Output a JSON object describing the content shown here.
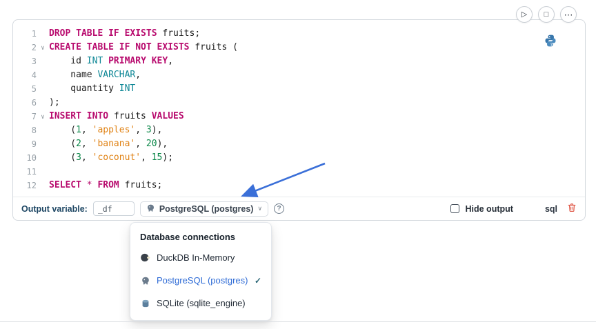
{
  "cell_actions": {
    "run_glyph": "▷",
    "stop_glyph": "□",
    "more_glyph": "⋯"
  },
  "icons": {
    "fold": "∨",
    "chevron_down": "∨"
  },
  "editor": {
    "lines": [
      {
        "n": "1",
        "fold": false,
        "tokens": [
          [
            "kw",
            "DROP TABLE IF EXISTS"
          ],
          [
            "pl",
            " fruits;"
          ]
        ]
      },
      {
        "n": "2",
        "fold": true,
        "tokens": [
          [
            "kw",
            "CREATE TABLE IF NOT EXISTS"
          ],
          [
            "pl",
            " fruits ("
          ]
        ]
      },
      {
        "n": "3",
        "fold": false,
        "tokens": [
          [
            "pl",
            "    id "
          ],
          [
            "ty",
            "INT"
          ],
          [
            "pl",
            " "
          ],
          [
            "kw",
            "PRIMARY KEY"
          ],
          [
            "pl",
            ","
          ]
        ]
      },
      {
        "n": "4",
        "fold": false,
        "tokens": [
          [
            "pl",
            "    name "
          ],
          [
            "ty",
            "VARCHAR"
          ],
          [
            "pl",
            ","
          ]
        ]
      },
      {
        "n": "5",
        "fold": false,
        "tokens": [
          [
            "pl",
            "    quantity "
          ],
          [
            "ty",
            "INT"
          ]
        ]
      },
      {
        "n": "6",
        "fold": false,
        "tokens": [
          [
            "pl",
            ");"
          ]
        ]
      },
      {
        "n": "7",
        "fold": true,
        "tokens": [
          [
            "kw",
            "INSERT INTO"
          ],
          [
            "pl",
            " fruits "
          ],
          [
            "kw",
            "VALUES"
          ]
        ]
      },
      {
        "n": "8",
        "fold": false,
        "tokens": [
          [
            "pl",
            "    ("
          ],
          [
            "num",
            "1"
          ],
          [
            "pl",
            ", "
          ],
          [
            "str",
            "'apples'"
          ],
          [
            "pl",
            ", "
          ],
          [
            "num",
            "3"
          ],
          [
            "pl",
            "),"
          ]
        ]
      },
      {
        "n": "9",
        "fold": false,
        "tokens": [
          [
            "pl",
            "    ("
          ],
          [
            "num",
            "2"
          ],
          [
            "pl",
            ", "
          ],
          [
            "str",
            "'banana'"
          ],
          [
            "pl",
            ", "
          ],
          [
            "num",
            "20"
          ],
          [
            "pl",
            "),"
          ]
        ]
      },
      {
        "n": "10",
        "fold": false,
        "tokens": [
          [
            "pl",
            "    ("
          ],
          [
            "num",
            "3"
          ],
          [
            "pl",
            ", "
          ],
          [
            "str",
            "'coconut'"
          ],
          [
            "pl",
            ", "
          ],
          [
            "num",
            "15"
          ],
          [
            "pl",
            ");"
          ]
        ]
      },
      {
        "n": "11",
        "fold": false,
        "tokens": [
          [
            "pl",
            ""
          ]
        ]
      },
      {
        "n": "12",
        "fold": false,
        "tokens": [
          [
            "kw",
            "SELECT"
          ],
          [
            "pl",
            " "
          ],
          [
            "op",
            "*"
          ],
          [
            "pl",
            " "
          ],
          [
            "kw",
            "FROM"
          ],
          [
            "pl",
            " fruits;"
          ]
        ]
      }
    ]
  },
  "toolbar": {
    "output_variable_label": "Output variable:",
    "output_variable_value": "_df",
    "connection": {
      "label": "PostgreSQL (postgres)",
      "icon": "postgresql-icon"
    },
    "help_icon": "?",
    "hide_output_label": "Hide output",
    "language_label": "sql"
  },
  "connection_menu": {
    "header": "Database connections",
    "check_icon": "✓",
    "items": [
      {
        "label": "DuckDB In-Memory",
        "icon": "duckdb-icon",
        "selected": false
      },
      {
        "label": "PostgreSQL (postgres)",
        "icon": "postgresql-icon",
        "selected": true
      },
      {
        "label": "SQLite (sqlite_engine)",
        "icon": "sqlite-icon",
        "selected": false
      }
    ]
  },
  "colors": {
    "keyword": "#b80b6e",
    "type": "#0e8796",
    "number": "#0a8748",
    "string": "#e08214",
    "menu_selected": "#2e6bd6",
    "trash": "#e05a4a",
    "arrow": "#3a6fd8",
    "python_blue": "#3776ab"
  }
}
